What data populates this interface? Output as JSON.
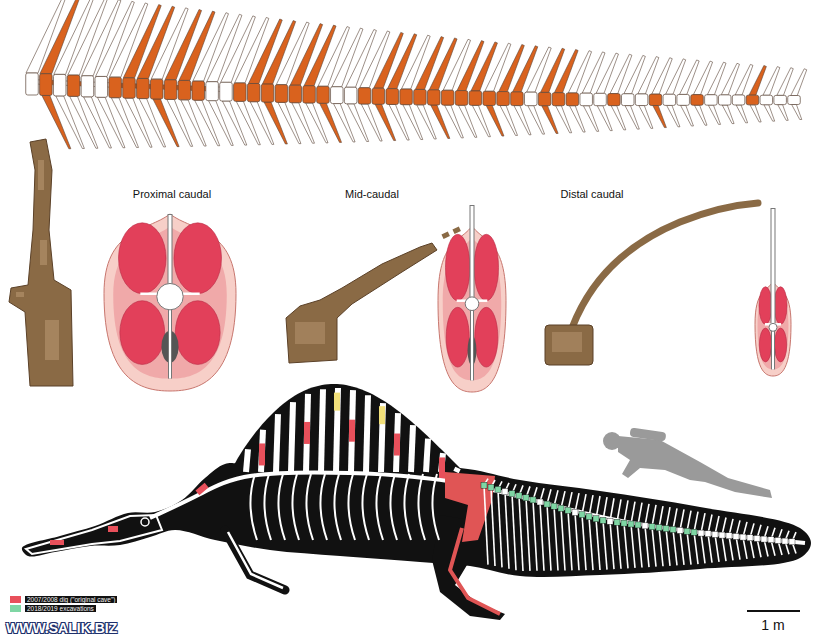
{
  "diagram": {
    "labels": [
      "Proximal caudal",
      "Mid-caudal",
      "Distal caudal",
      "1 m",
      "WWW.SALIK.BIZ"
    ],
    "legend": [
      {
        "text": "2007/2008 dig (\"original cave\")",
        "color": "#e8505b"
      },
      {
        "text": "2018/2019 excavations",
        "color": "#7fd6a4"
      }
    ]
  }
}
